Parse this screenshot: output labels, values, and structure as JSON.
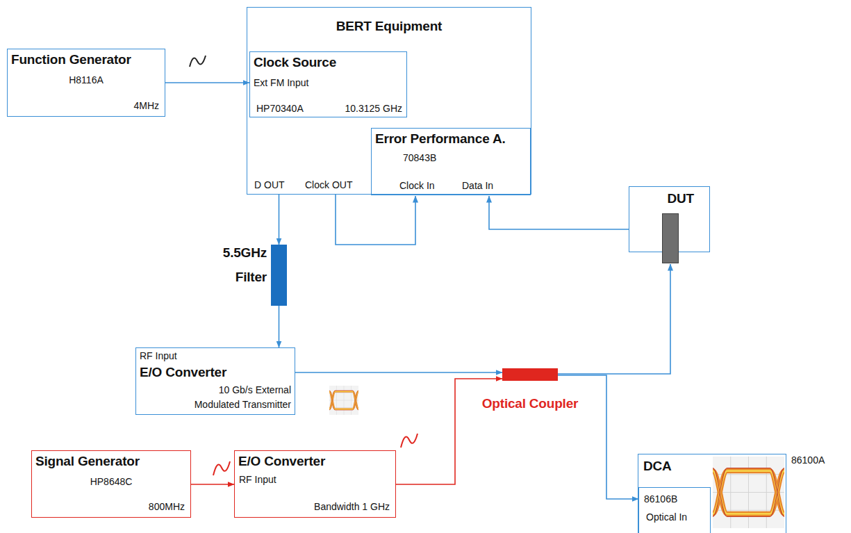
{
  "diagram": {
    "nodes": [
      {
        "text": [
          "Function Generator",
          "H8116A",
          "4MHz"
        ]
      },
      {
        "text": [
          "BERT Equipment",
          "D OUT",
          "Clock OUT"
        ]
      },
      {
        "text": [
          "Clock Source",
          "Ext FM Input",
          "HP70340A",
          "10.3125 GHz"
        ],
        "in": 1
      },
      {
        "text": [
          "Error Performance A.",
          "70843B",
          "Clock In",
          "Data In"
        ],
        "in": 1
      },
      {
        "text": [
          "DUT"
        ]
      },
      {
        "text": [
          "5.5GHz Filter"
        ]
      },
      {
        "text": [
          "RF Input",
          "E/O Converter",
          "10 Gb/s External Modulated Transmitter"
        ]
      },
      {
        "text": [
          "Optical Coupler"
        ]
      },
      {
        "text": [
          "Signal Generator",
          "HP8648C",
          "800MHz"
        ]
      },
      {
        "text": [
          "E/O Converter",
          "RF Input",
          "Bandwidth 1 GHz"
        ]
      },
      {
        "text": [
          "DCA",
          "86100A"
        ]
      },
      {
        "text": [
          "86106B",
          "Optical In"
        ],
        "in": 10
      }
    ],
    "edges": [
      {
        "from": 0,
        "to": 2,
        "arrow": "to"
      },
      {
        "from": 1,
        "to": 3,
        "arrow": "to"
      },
      {
        "from": 4,
        "to": 3,
        "arrow": "to"
      },
      {
        "from": 1,
        "to": 5,
        "arrow": "to"
      },
      {
        "from": 5,
        "to": 6,
        "arrow": "to"
      },
      {
        "from": 6,
        "to": 7,
        "arrow": "to"
      },
      {
        "from": 8,
        "to": 9,
        "arrow": "to"
      },
      {
        "from": 9,
        "to": 7,
        "arrow": "to"
      },
      {
        "from": 7,
        "to": 4,
        "arrow": "to"
      },
      {
        "from": 7,
        "to": 11,
        "arrow": "to"
      }
    ]
  }
}
